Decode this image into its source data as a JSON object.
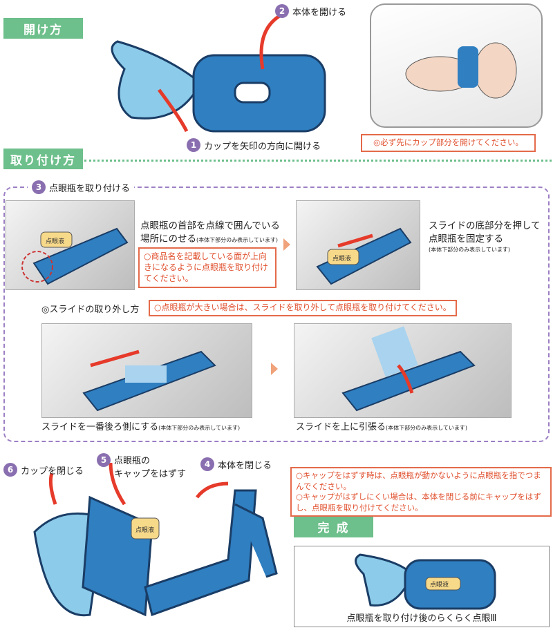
{
  "open_section": {
    "title": "開け方",
    "step2": {
      "num": "2",
      "label": "本体を開ける"
    },
    "step1": {
      "num": "1",
      "label": "カップを矢印の方向に開ける"
    },
    "warning": "◎必ず先にカップ部分を開けてください。"
  },
  "attach_section": {
    "title": "取り付け方",
    "step3": {
      "num": "3",
      "label": "点眼瓶を取り付ける"
    },
    "panel1": {
      "text1": "点眼瓶の首部を点線で囲んでいる",
      "text2": "場所にのせる",
      "note": "(本体下部分のみ表示しています)",
      "warning": "○商品名を記載している面が上向きになるように点眼瓶を取り付けてください。",
      "bottle_label": "点眼液"
    },
    "panel2": {
      "text1": "スライドの底部分を押して",
      "text2": "点眼瓶を固定する",
      "note": "(本体下部分のみ表示しています)",
      "bottle_label": "点眼液"
    },
    "slide_removal_title": "◎スライドの取り外し方",
    "slide_warning": "○点眼瓶が大きい場合は、スライドを取り外して点眼瓶を取り付けてください。",
    "panel3": {
      "text": "スライドを一番後ろ側にする",
      "note": "(本体下部分のみ表示しています)"
    },
    "panel4": {
      "text": "スライドを上に引張る",
      "note": "(本体下部分のみ表示しています)"
    }
  },
  "close_section": {
    "step6": {
      "num": "6",
      "label": "カップを閉じる"
    },
    "step5": {
      "num": "5",
      "label1": "点眼瓶の",
      "label2": "キャップをはずす"
    },
    "step4": {
      "num": "4",
      "label": "本体を閉じる"
    },
    "warning1": "○キャップをはずす時は、点眼瓶が動かないように点眼瓶を指でつまんでください。",
    "warning2": "○キャップがはずしにくい場合は、本体を閉じる前にキャップをはずし、点眼瓶を取り付けてください。",
    "bottle_label": "点眼液"
  },
  "complete_section": {
    "title": "完 成",
    "bottle_label": "点眼液",
    "caption": "点眼瓶を取り付け後のらくらく点眼Ⅲ"
  },
  "colors": {
    "green": "#6dbf8b",
    "purple": "#8a6fb0",
    "red": "#e46a4a",
    "blue": "#2f7fc1",
    "light_blue": "#7fc0e8"
  }
}
